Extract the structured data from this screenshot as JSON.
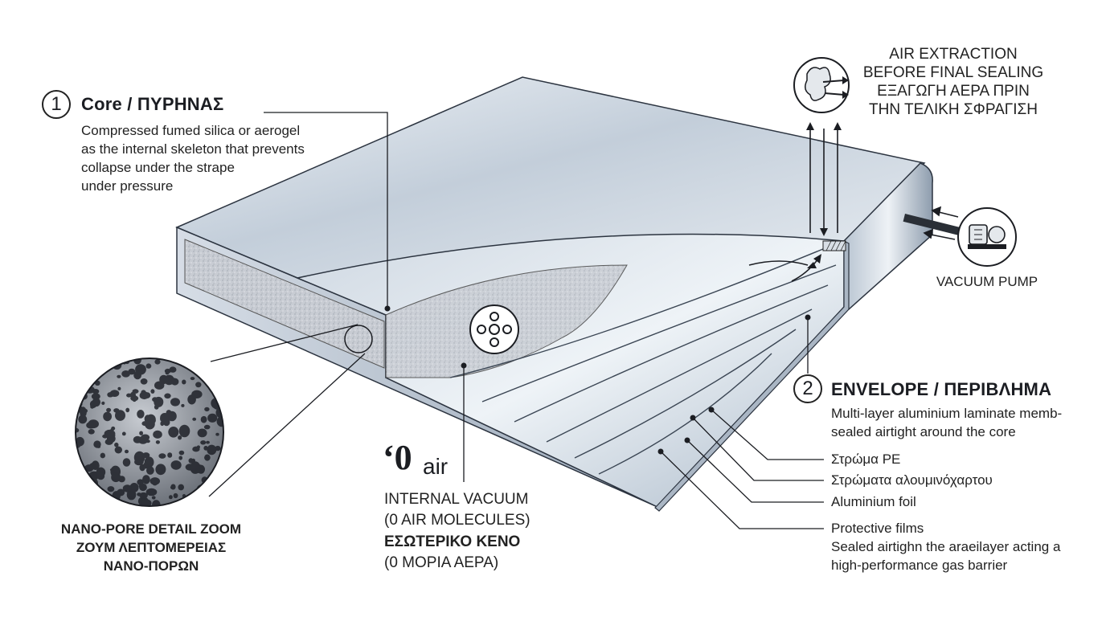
{
  "core": {
    "number": "1",
    "title": "Core / ΠΥΡΗΝΑΣ",
    "lines": [
      "Compressed fumed silica or aerogel",
      "as the internal skeleton that prevents",
      "collapse under the strape",
      "under pressure"
    ]
  },
  "air_extraction": {
    "lines": [
      "AIR EXTRACTION",
      "BEFORE FINAL SEALING",
      "ΕΞΑΓΩΓΗ ΑΕΡΑ ΠΡΙΝ",
      "ΤΗΝ ΤΕΛΙΚΗ ΣΦΡΑΓΙΣΗ"
    ],
    "icon": "air-flow-icon"
  },
  "vacuum_pump": {
    "label": "VACUUM PUMP",
    "icon": "vacuum-pump-icon"
  },
  "envelope": {
    "number": "2",
    "title": "ENVELOPE / ΠΕΡΙΒΛΗΜΑ",
    "lines": [
      "Multi-layer aluminium laminate memb-",
      "sealed airtight around the core"
    ],
    "layers": [
      "Στρώμα PE",
      "Στρώματα αλουμινόχαρτου",
      "Aluminium foil",
      "Protective films"
    ],
    "layer_note": [
      "Sealed airtighn the araeilayer acting a",
      "high-performance gas barrier"
    ]
  },
  "vacuum": {
    "big_zero": "‘0",
    "air_word": "air",
    "line1": "INTERNAL VACUUM",
    "line2": "(0 AIR MOLECULES)",
    "line3": "ΕΣΩΤΕΡΙΚΟ ΚΕΝΟ",
    "line4": "(0 ΜΟΡΙΑ ΑΕΡΑ)"
  },
  "nano_zoom": {
    "lines": [
      "NANO-PORE DETAIL ZOOM",
      "ΖΟΥΜ ΛΕΠΤΟΜΕΡΕΙΑΣ",
      "ΝΑΝΟ-ΠΟΡΩΝ"
    ]
  },
  "colors": {
    "panel_light": "#dfe6ee",
    "panel_mid": "#b5c2d0",
    "panel_dark": "#7f8fa2",
    "core_fill": "#c9ced6",
    "ink": "#1b1d22"
  }
}
